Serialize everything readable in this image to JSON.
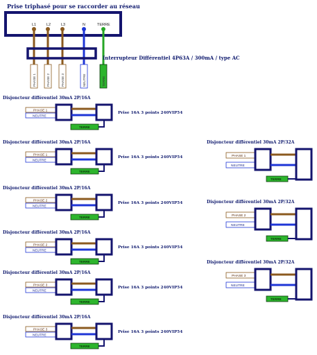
{
  "title": "Prise triphasé pour se raccorder au réseau",
  "top_terminals": [
    "L1",
    "L2",
    "L3",
    "N",
    "TERRE"
  ],
  "plug_labels": [
    "PHASE 1",
    "PHASE 2",
    "PHASE 3",
    "NEUTRE",
    "TERRE"
  ],
  "differential_label": "Interrupteur Différentiel 4P63A / 300mA / type AC",
  "colors": {
    "frame": "#14146e",
    "phase": "#8b5a1f",
    "neutral": "#1e35d6",
    "earth": "#26a626",
    "earth_box": "#2db52d"
  },
  "left_circuits": [
    {
      "title": "Disjoncteur différentiel 30mA 2P/16A",
      "phase": "PHASE 1",
      "neutral": "NEUTRE",
      "outlet": "Prise 16A 3 points 240VIP54",
      "earth": "TERRE"
    },
    {
      "title": "Disjoncteur différentiel 30mA 2P/16A",
      "phase": "PHASE 1",
      "neutral": "NEUTRE",
      "outlet": "Prise 16A 3 points 240VIP54",
      "earth": "TERRE"
    },
    {
      "title": "Disjoncteur différentiel 30mA 2P/16A",
      "phase": "PHASE 2",
      "neutral": "NEUTRE",
      "outlet": "Prise 16A 3 points 240VIP54",
      "earth": "TERRE"
    },
    {
      "title": "Disjoncteur différentiel 30mA 2P/16A",
      "phase": "PHASE 2",
      "neutral": "NEUTRE",
      "outlet": "Prise 16A 3 points 240VIP54",
      "earth": "TERRE"
    },
    {
      "title": "Disjoncteur différentiel 30mA 2P/16A",
      "phase": "PHASE 3",
      "neutral": "NEUTRE",
      "outlet": "Prise 16A 3 points 240VIP54",
      "earth": "TERRE"
    },
    {
      "title": "Disjoncteur différentiel 30mA 2P/16A",
      "phase": "PHASE 3",
      "neutral": "NEUTRE",
      "outlet": "Prise 16A 3 points 240VIP54",
      "earth": "TERRE"
    }
  ],
  "right_circuits": [
    {
      "title": "Disjoncteur différentiel 30mA 2P/32A",
      "phase": "PHASE 1",
      "neutral": "NEUTRE",
      "earth": "TERRE"
    },
    {
      "title": "Disjoncteur différentiel 30mA 2P/32A",
      "phase": "PHASE 2",
      "neutral": "NEUTRE",
      "earth": "TERRE"
    },
    {
      "title": "Disjoncteur différentiel 30mA 2P/32A",
      "phase": "PHASE 3",
      "neutral": "NEUTRE",
      "earth": "TERRE"
    }
  ]
}
